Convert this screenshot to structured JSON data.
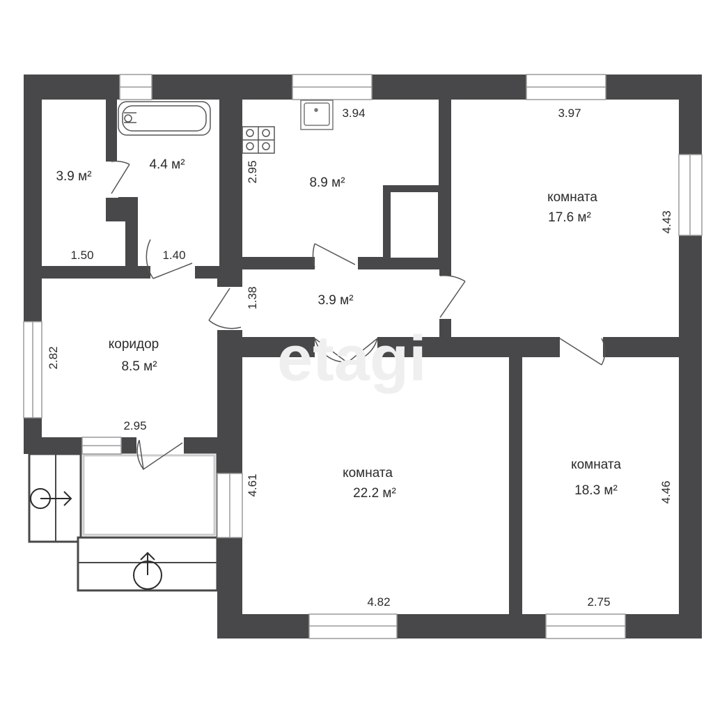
{
  "watermark": "etagi",
  "area_unit": "м²",
  "colors": {
    "wall": "#48484a",
    "floor": "#ffffff",
    "window": "#ffffff",
    "door_line": "#555555"
  },
  "rooms": {
    "pantry": {
      "area": "3.9 м²",
      "dims": [
        "1.50"
      ]
    },
    "bathroom": {
      "area": "4.4 м²",
      "dims": [
        "1.40"
      ]
    },
    "kitchen": {
      "area": "8.9 м²",
      "dims": [
        "3.94",
        "2.95"
      ]
    },
    "room_ne": {
      "name": "комната",
      "area": "17.6 м²",
      "dims": [
        "3.97",
        "4.43"
      ]
    },
    "hall": {
      "area": "3.9 м²",
      "dims": [
        "1.38"
      ]
    },
    "corridor": {
      "name": "коридор",
      "area": "8.5 м²",
      "dims": [
        "2.82",
        "2.95"
      ]
    },
    "room_sw": {
      "name": "комната",
      "area": "22.2 м²",
      "dims": [
        "4.61",
        "4.82"
      ]
    },
    "room_se": {
      "name": "комната",
      "area": "18.3 м²",
      "dims": [
        "4.46",
        "2.75"
      ]
    }
  },
  "icons": [
    "bathtub-icon",
    "sink-icon",
    "stove-icon",
    "entrance-arrow-icon"
  ]
}
